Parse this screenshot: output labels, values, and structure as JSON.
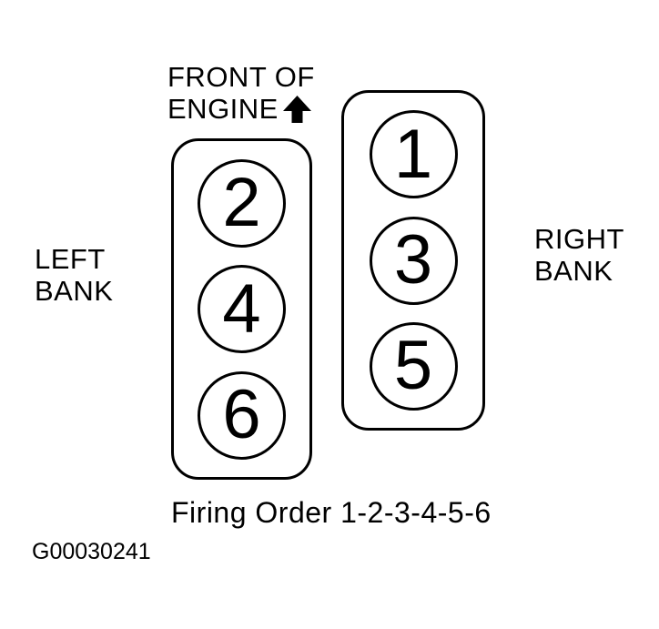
{
  "colors": {
    "foreground": "#000000",
    "background": "#ffffff"
  },
  "front_of_engine": {
    "line1": "FRONT OF",
    "line2": "ENGINE",
    "arrow_icon": "up-arrow"
  },
  "left_bank": {
    "label_line1": "LEFT",
    "label_line2": "BANK",
    "cylinders": [
      "2",
      "4",
      "6"
    ]
  },
  "right_bank": {
    "label_line1": "RIGHT",
    "label_line2": "BANK",
    "cylinders": [
      "1",
      "3",
      "5"
    ]
  },
  "caption": {
    "firing_order": "Firing Order 1-2-3-4-5-6"
  },
  "figure_id": "G00030241"
}
